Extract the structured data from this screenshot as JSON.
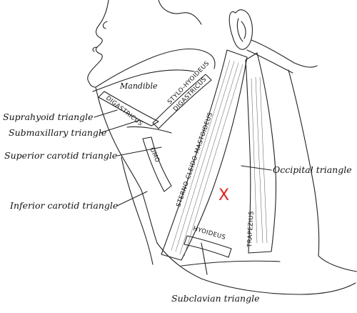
{
  "labels": {
    "suprahyoid": "Suprahyoid triangle",
    "submaxillary": "Submaxillary triangle",
    "superior_carotid": "Superior carotid triangle",
    "inferior_carotid": "Inferior carotid triangle",
    "occipital": "Occipital triangle",
    "subclavian": "Subclavian triangle"
  },
  "muscles": {
    "mandible": "Mandible",
    "stylohyoideus": "STYLO-HYOIDEUS",
    "digastricus_upper": "DIGASTRICUS",
    "digastricus_lower": "DIGASTRICUS",
    "scm": "STERNO-CLEIDO-MASTOIDEUS",
    "omo": "OMO",
    "hyoideus": "HYOIDEUS",
    "trapezius": "TRAPEZIUS"
  },
  "marker": {
    "text": "X",
    "color": "#e02020"
  }
}
